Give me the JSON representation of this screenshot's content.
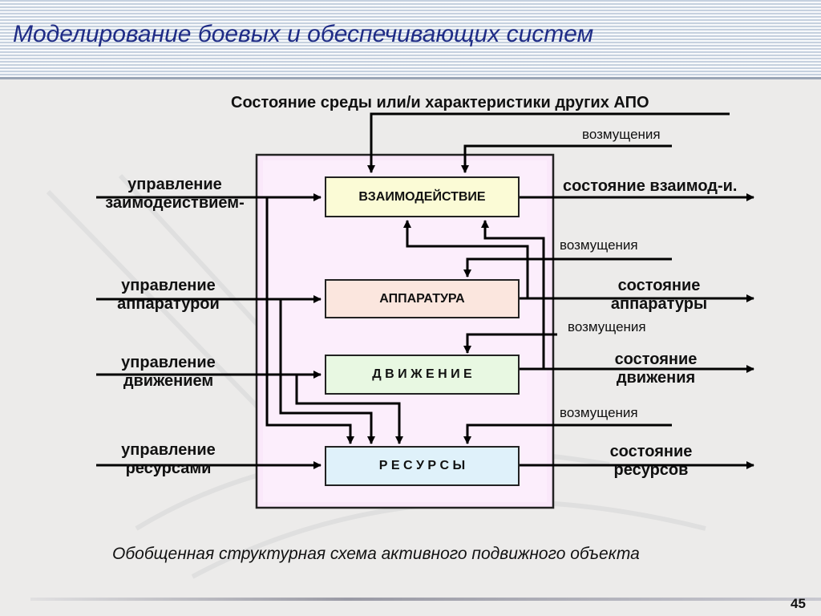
{
  "slide": {
    "title": "Моделирование боевых и обеспечивающих систем",
    "caption": "Обобщенная структурная схема активного подвижного объекта",
    "page_number": "45"
  },
  "diagram": {
    "top_input": "Состояние среды или/и характеристики других АПО",
    "disturbance_label": "возмущения",
    "blocks": [
      {
        "label": "ВЗАИМОДЕЙСТВИЕ",
        "fill": "#fbfbd6"
      },
      {
        "label": "АППАРАТУРА",
        "fill": "#fbe6de"
      },
      {
        "label": "Д В И Ж Е Н И Е",
        "fill": "#e8f8e2"
      },
      {
        "label": "Р Е С У Р С Ы",
        "fill": "#dff1fa"
      }
    ],
    "container_fill": "#fae8fa",
    "inputs": [
      {
        "line1": "управление",
        "line2": "заимодеиствием-"
      },
      {
        "line1": "управление",
        "line2": "аппаратурои"
      },
      {
        "line1": "управление",
        "line2": "движением"
      },
      {
        "line1": "управление",
        "line2": "ресурсами"
      }
    ],
    "outputs": [
      {
        "line1": "состояние взаимод-и."
      },
      {
        "line1": "состояние",
        "line2": "аппаратуры"
      },
      {
        "line1": "состояние",
        "line2": "движения"
      },
      {
        "line1": "состояние",
        "line2": "ресурсов"
      }
    ]
  }
}
